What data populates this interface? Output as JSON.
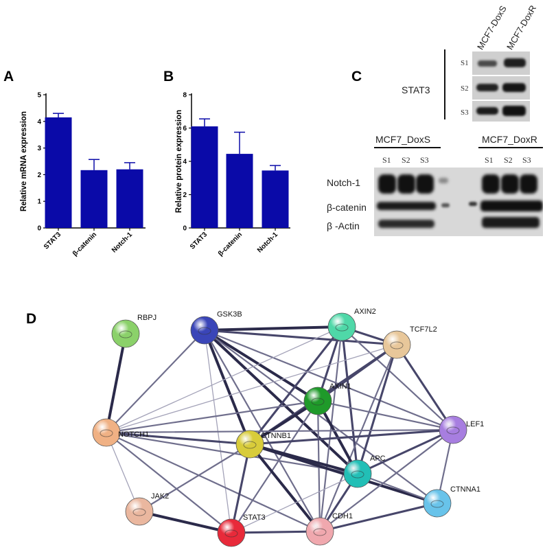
{
  "panels": {
    "A": "A",
    "B": "B",
    "C": "C",
    "D": "D"
  },
  "chart_data": [
    {
      "type": "bar",
      "panel": "A",
      "categories": [
        "STAT3",
        "β-catenin",
        "Notch-1"
      ],
      "values": [
        4.15,
        2.17,
        2.2
      ],
      "error": [
        0.15,
        0.4,
        0.25
      ],
      "ylabel": "Relative mRNA expression",
      "xlabel": "",
      "ylim": [
        0,
        5
      ],
      "yticks": [
        0,
        1,
        2,
        3,
        4,
        5
      ],
      "color": "#0a0aa8"
    },
    {
      "type": "bar",
      "panel": "B",
      "categories": [
        "STAT3",
        "β-catenin",
        "Notch-1"
      ],
      "values": [
        6.1,
        4.45,
        3.45
      ],
      "error": [
        0.45,
        1.3,
        0.3
      ],
      "ylabel": "Relative protein expression",
      "xlabel": "",
      "ylim": [
        0,
        8
      ],
      "yticks": [
        0,
        2,
        4,
        6,
        8
      ],
      "color": "#0a0aa8"
    }
  ],
  "blot_top": {
    "protein": "STAT3",
    "columns": [
      "MCF7-DoxS",
      "MCF7-DoxR"
    ],
    "rows": [
      "S1",
      "S2",
      "S3"
    ]
  },
  "blot_bottom": {
    "groups": [
      "MCF7_DoxS",
      "MCF7_DoxR"
    ],
    "lanes": [
      "S1",
      "S2",
      "S3",
      "S1",
      "S2",
      "S3"
    ],
    "proteins": [
      "Notch-1",
      "β-catenin",
      "β -Actin"
    ]
  },
  "network": {
    "nodes": [
      {
        "id": "RBPJ",
        "label": "RBPJ",
        "color": "#8bd16a"
      },
      {
        "id": "GSK3B",
        "label": "GSK3B",
        "color": "#3a45b8"
      },
      {
        "id": "AXIN2",
        "label": "AXIN2",
        "color": "#4fd8a8"
      },
      {
        "id": "TCF7L2",
        "label": "TCF7L2",
        "color": "#e8c79a"
      },
      {
        "id": "AXIN1",
        "label": "AXIN1",
        "color": "#1f9a2a"
      },
      {
        "id": "NOTCH1",
        "label": "NOTCH1",
        "color": "#f0b184"
      },
      {
        "id": "LEF1",
        "label": "LEF1",
        "color": "#a77ee0"
      },
      {
        "id": "CTNNB1",
        "label": "CTNNB1",
        "color": "#d8cc3a"
      },
      {
        "id": "APC",
        "label": "APC",
        "color": "#22bfb6"
      },
      {
        "id": "CTNNA1",
        "label": "CTNNA1",
        "color": "#68c3ea"
      },
      {
        "id": "JAK2",
        "label": "JAK2",
        "color": "#eab79f"
      },
      {
        "id": "STAT3",
        "label": "STAT3",
        "color": "#e82a3a"
      },
      {
        "id": "CDH1",
        "label": "CDH1",
        "color": "#f0a8ae"
      }
    ],
    "edges": [
      [
        "RBPJ",
        "NOTCH1",
        4
      ],
      [
        "GSK3B",
        "AXIN2",
        4
      ],
      [
        "GSK3B",
        "TCF7L2",
        3
      ],
      [
        "GSK3B",
        "AXIN1",
        4
      ],
      [
        "GSK3B",
        "CTNNB1",
        4
      ],
      [
        "GSK3B",
        "APC",
        4
      ],
      [
        "GSK3B",
        "NOTCH1",
        2
      ],
      [
        "GSK3B",
        "CDH1",
        2
      ],
      [
        "GSK3B",
        "STAT3",
        1
      ],
      [
        "GSK3B",
        "LEF1",
        2
      ],
      [
        "GSK3B",
        "CTNNA1",
        2
      ],
      [
        "AXIN2",
        "TCF7L2",
        3
      ],
      [
        "AXIN2",
        "AXIN1",
        3
      ],
      [
        "AXIN2",
        "CTNNB1",
        3
      ],
      [
        "AXIN2",
        "APC",
        3
      ],
      [
        "AXIN2",
        "LEF1",
        2
      ],
      [
        "AXIN2",
        "NOTCH1",
        1
      ],
      [
        "AXIN2",
        "CDH1",
        2
      ],
      [
        "TCF7L2",
        "AXIN1",
        3
      ],
      [
        "TCF7L2",
        "CTNNB1",
        3
      ],
      [
        "TCF7L2",
        "LEF1",
        3
      ],
      [
        "TCF7L2",
        "APC",
        3
      ],
      [
        "TCF7L2",
        "NOTCH1",
        1
      ],
      [
        "TCF7L2",
        "CDH1",
        2
      ],
      [
        "AXIN1",
        "CTNNB1",
        4
      ],
      [
        "AXIN1",
        "APC",
        4
      ],
      [
        "AXIN1",
        "NOTCH1",
        2
      ],
      [
        "AXIN1",
        "LEF1",
        2
      ],
      [
        "AXIN1",
        "CDH1",
        2
      ],
      [
        "AXIN1",
        "STAT3",
        2
      ],
      [
        "NOTCH1",
        "CTNNB1",
        3
      ],
      [
        "NOTCH1",
        "LEF1",
        2
      ],
      [
        "NOTCH1",
        "APC",
        2
      ],
      [
        "NOTCH1",
        "STAT3",
        2
      ],
      [
        "NOTCH1",
        "JAK2",
        1
      ],
      [
        "NOTCH1",
        "CDH1",
        2
      ],
      [
        "CTNNB1",
        "APC",
        4
      ],
      [
        "CTNNB1",
        "LEF1",
        3
      ],
      [
        "CTNNB1",
        "CDH1",
        4
      ],
      [
        "CTNNB1",
        "CTNNA1",
        4
      ],
      [
        "CTNNB1",
        "STAT3",
        3
      ],
      [
        "CTNNB1",
        "JAK2",
        2
      ],
      [
        "APC",
        "LEF1",
        3
      ],
      [
        "APC",
        "CDH1",
        3
      ],
      [
        "APC",
        "CTNNA1",
        2
      ],
      [
        "APC",
        "STAT3",
        1
      ],
      [
        "LEF1",
        "CDH1",
        2
      ],
      [
        "LEF1",
        "CTNNA1",
        2
      ],
      [
        "CTNNA1",
        "CDH1",
        3
      ],
      [
        "JAK2",
        "STAT3",
        4
      ],
      [
        "STAT3",
        "CDH1",
        3
      ]
    ]
  }
}
